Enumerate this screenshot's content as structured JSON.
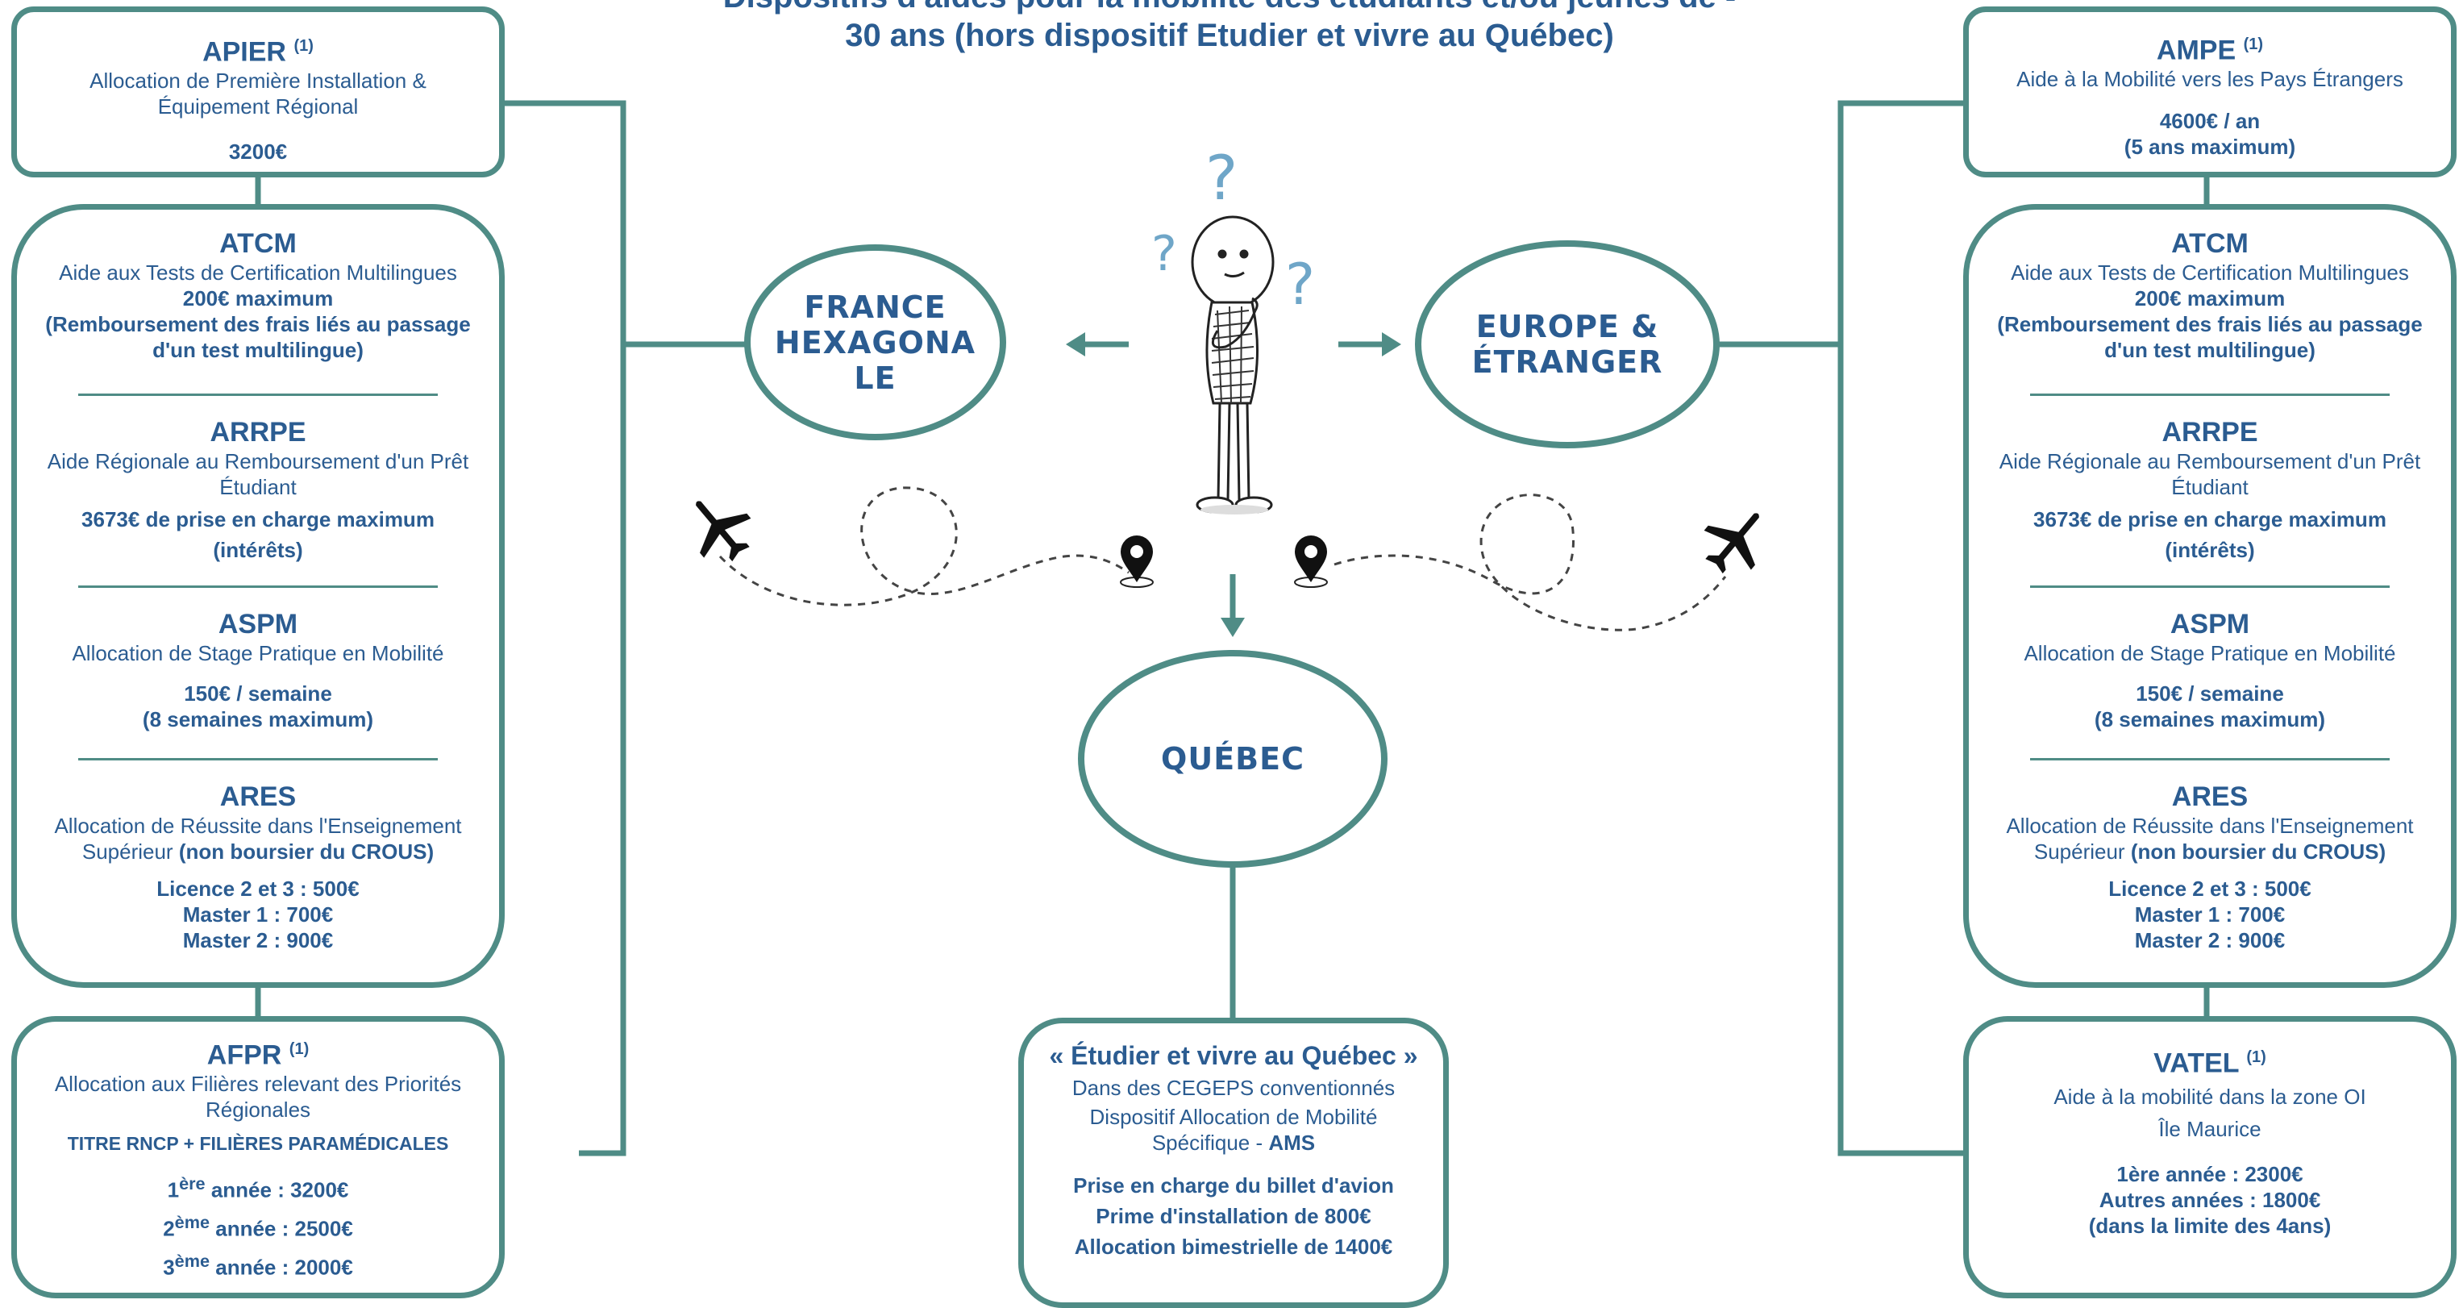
{
  "title": {
    "line1": "Dispositifs d'aides pour la mobilité des étudiants et/ou jeunes de -",
    "line2": "30 ans (hors dispositif Etudier et vivre au Québec)"
  },
  "center": {
    "france": [
      "FRANCE",
      "HEXAGONA",
      "LE"
    ],
    "europe": [
      "EUROPE &",
      "ÉTRANGER"
    ],
    "quebec": "QUÉBEC"
  },
  "left": {
    "apier": {
      "title": "APIER",
      "sup": "(1)",
      "desc1": "Allocation de Première Installation &",
      "desc2": "Équipement Régional",
      "value": "3200€"
    },
    "atcm": {
      "title": "ATCM",
      "desc": "Aide aux Tests de Certification Multilingues",
      "v1": "200€ maximum",
      "v2": "(Remboursement des frais liés au passage",
      "v3": "d'un test multilingue)"
    },
    "arrpe": {
      "title": "ARRPE",
      "desc1": "Aide Régionale au Remboursement d'un Prêt",
      "desc2": "Étudiant",
      "v1": "3673€ de prise en charge maximum",
      "v2": "(intérêts)"
    },
    "aspm": {
      "title": "ASPM",
      "desc": "Allocation de Stage Pratique en Mobilité",
      "v1": "150€ / semaine",
      "v2": "(8 semaines maximum)"
    },
    "ares": {
      "title": "ARES",
      "desc1": "Allocation de Réussite dans l'Enseignement",
      "desc2": "Supérieur",
      "desc2b": " (non boursier du CROUS)",
      "v1": "Licence 2 et 3 : 500€",
      "v2": "Master 1 : 700€",
      "v3": "Master 2 : 900€"
    },
    "afpr": {
      "title": "AFPR",
      "sup": "(1)",
      "desc1": "Allocation aux Filières relevant des Priorités",
      "desc2": "Régionales",
      "rncp": "TITRE RNCP + FILIÈRES PARAMÉDICALES",
      "y1": "1",
      "s1": "ère",
      "t1": " année : 3200€",
      "y2": "2",
      "s2": "ème",
      "t2": " année : 2500€",
      "y3": "3",
      "s3": "ème",
      "t3": " année : 2000€"
    }
  },
  "right": {
    "ampe": {
      "title": "AMPE",
      "sup": "(1)",
      "desc": "Aide à la Mobilité vers les Pays Étrangers",
      "v1": "4600€ / an",
      "v2": "(5 ans maximum)"
    },
    "atcm": {
      "title": "ATCM",
      "desc": "Aide aux Tests de Certification Multilingues",
      "v1": "200€ maximum",
      "v2": "(Remboursement des frais liés au passage",
      "v3": "d'un test multilingue)"
    },
    "arrpe": {
      "title": "ARRPE",
      "desc1": "Aide Régionale au Remboursement d'un Prêt",
      "desc2": "Étudiant",
      "v1": "3673€ de prise en charge maximum",
      "v2": "(intérêts)"
    },
    "aspm": {
      "title": "ASPM",
      "desc": "Allocation de Stage Pratique en Mobilité",
      "v1": "150€ / semaine",
      "v2": "(8 semaines maximum)"
    },
    "ares": {
      "title": "ARES",
      "desc1": "Allocation de Réussite dans l'Enseignement",
      "desc2": "Supérieur",
      "desc2b": " (non boursier du CROUS)",
      "v1": "Licence 2 et 3 : 500€",
      "v2": "Master 1 : 700€",
      "v3": "Master 2 : 900€"
    },
    "vatel": {
      "title": "VATEL",
      "sup": "(1)",
      "desc1": "Aide à la mobilité dans la zone OI",
      "desc2": "Île Maurice",
      "v1": "1ère année : 2300€",
      "v2": "Autres années : 1800€",
      "v3": "(dans la limite des 4ans)"
    }
  },
  "quebec_box": {
    "title": "« Étudier et vivre au Québec »",
    "d1": "Dans des CEGEPS conventionnés",
    "d2": "Dispositif Allocation de Mobilité",
    "d3": "Spécifique - ",
    "d3b": "AMS",
    "v1": "Prise en charge du billet d'avion",
    "v2": "Prime d'installation de 800€",
    "v3": "Allocation bimestrielle de 1400€"
  },
  "colors": {
    "teal": "#4f8c86",
    "blue": "#2b5c91",
    "light_blue": "#6fa6c8"
  },
  "icons": [
    "thinking-person-icon",
    "question-mark-icon",
    "airplane-icon",
    "map-pin-icon",
    "arrow-icon"
  ]
}
